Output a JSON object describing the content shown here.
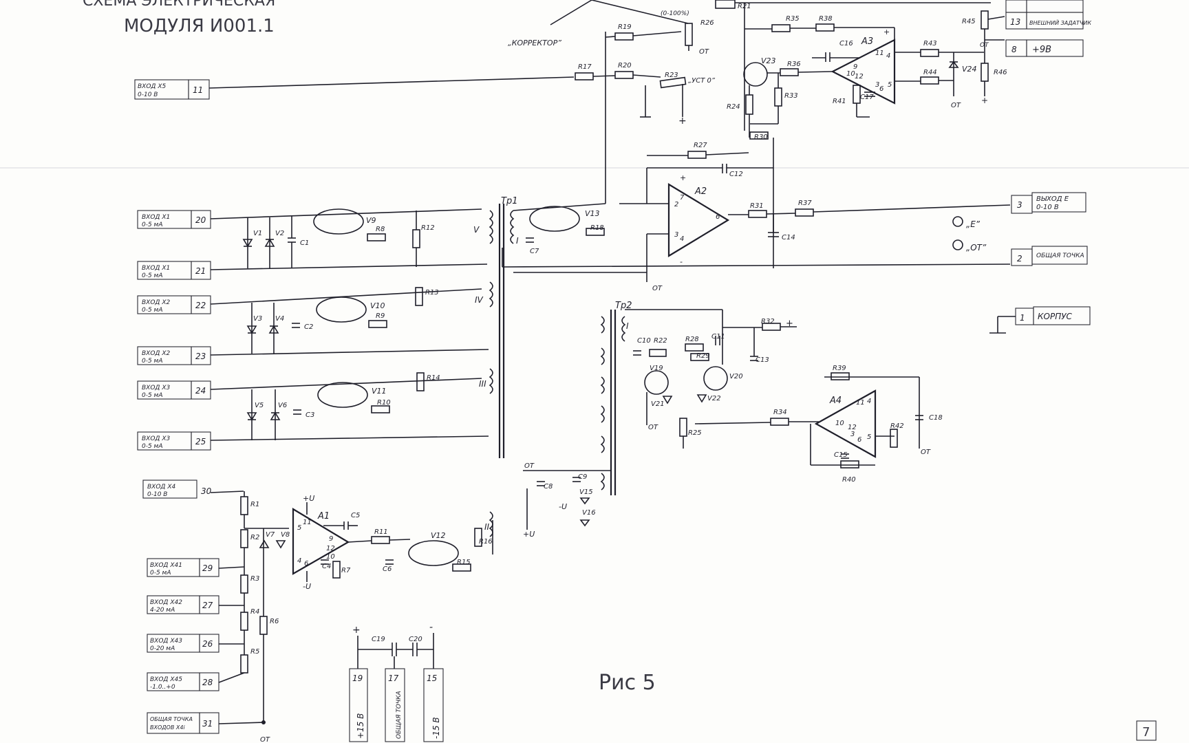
{
  "header": {
    "title_top": "СХЕМА ЭЛЕКТРИЧЕСКАЯ",
    "title_module": "МОДУЛЯ И001.1"
  },
  "figure_caption": "Рис 5",
  "page_number": "7",
  "terminals_left": [
    {
      "id": "in-x5",
      "label": "ВХОД X5",
      "range": "0-10 В",
      "pin": "11"
    },
    {
      "id": "in-x1a",
      "label": "ВХОД X1",
      "range": "0-5 мА",
      "pin": "20"
    },
    {
      "id": "in-x1b",
      "label": "ВХОД X1",
      "range": "0-5 мА",
      "pin": "21"
    },
    {
      "id": "in-x2a",
      "label": "ВХОД X2",
      "range": "0-5 мА",
      "pin": "22"
    },
    {
      "id": "in-x2b",
      "label": "ВХОД X2",
      "range": "0-5 мА",
      "pin": "23"
    },
    {
      "id": "in-x3a",
      "label": "ВХОД X3",
      "range": "0-5 мА",
      "pin": "24"
    },
    {
      "id": "in-x3b",
      "label": "ВХОД X3",
      "range": "0-5 мА",
      "pin": "25"
    },
    {
      "id": "in-x4",
      "label": "ВХОД X4",
      "range": "0-10 В",
      "pin": "30"
    },
    {
      "id": "in-x41",
      "label": "ВХОД X41",
      "range": "0-5 мА",
      "pin": "29"
    },
    {
      "id": "in-x42",
      "label": "ВХОД X42",
      "range": "4-20 мА",
      "pin": "27"
    },
    {
      "id": "in-x43",
      "label": "ВХОД X43",
      "range": "0-20 мА",
      "pin": "26"
    },
    {
      "id": "in-x45",
      "label": "ВХОД X45",
      "range": "-1.0..+0",
      "pin": "28"
    },
    {
      "id": "common-in",
      "label": "ОБЩАЯ ТОЧКА",
      "range": "ВХОДОВ X4i",
      "pin": "31"
    }
  ],
  "terminals_right": [
    {
      "id": "ext-setter",
      "label": "ВНЕШНИЙ ЗАДАТЧИК",
      "pin": "13"
    },
    {
      "id": "plus-9v",
      "label": "+9В",
      "pin": "8"
    },
    {
      "id": "out-e",
      "label": "ВЫХОД Е",
      "range": "0-10 В",
      "pin": "3"
    },
    {
      "id": "common-pt",
      "label": "ОБЩАЯ ТОЧКА",
      "pin": "2"
    },
    {
      "id": "chassis",
      "label": "КОРПУС",
      "pin": "1"
    }
  ],
  "power_terminals": [
    {
      "pin": "19",
      "label": "+15 В"
    },
    {
      "pin": "17",
      "label": "ОБЩАЯ ТОЧКА"
    },
    {
      "pin": "15",
      "label": "-15 В"
    }
  ],
  "labels": {
    "corrector": "„КОРРЕКТОР”",
    "zero_set": "„УСТ 0”",
    "test_e": "„Е”",
    "test_ot": "„ОТ”",
    "ot": "ОТ",
    "range_pct": "(0-100%)",
    "tr1": "Тр1",
    "tr2": "Тр2",
    "plus_u": "+U",
    "minus_u": "-U"
  },
  "components": {
    "opamps": [
      "A1",
      "A2",
      "A3",
      "A4"
    ],
    "transistors": [
      "V9",
      "V10",
      "V11",
      "V12",
      "V13",
      "V19",
      "V20",
      "V23"
    ],
    "diodes": [
      "V1",
      "V2",
      "V3",
      "V4",
      "V5",
      "V6",
      "V7",
      "V8",
      "V15",
      "V16",
      "V21",
      "V22",
      "V24"
    ],
    "capacitors": [
      "C1",
      "C2",
      "C3",
      "C4",
      "C5",
      "C6",
      "C7",
      "C8",
      "C9",
      "C10",
      "C11",
      "C12",
      "C13",
      "C14",
      "C15",
      "C16",
      "C17",
      "C18",
      "C19",
      "C20"
    ],
    "resistors": [
      "R1",
      "R2",
      "R3",
      "R4",
      "R5",
      "R6",
      "R7",
      "R8",
      "R9",
      "R10",
      "R11",
      "R12",
      "R13",
      "R14",
      "R15",
      "R16",
      "R17",
      "R18",
      "R19",
      "R20",
      "R21",
      "R22",
      "R23",
      "R24",
      "R25",
      "R26",
      "R27",
      "R28",
      "R29",
      "R30",
      "R31",
      "R32",
      "R33",
      "R34",
      "R35",
      "R36",
      "R37",
      "R38",
      "R39",
      "R40",
      "R41",
      "R42",
      "R43",
      "R44",
      "R45",
      "R46"
    ]
  },
  "colors": {
    "ink": "#1f1f2a",
    "paper": "#fdfdfb"
  }
}
